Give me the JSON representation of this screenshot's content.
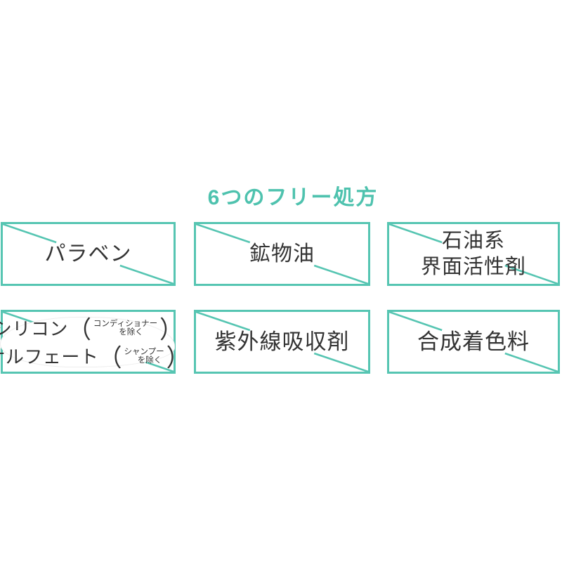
{
  "title": "6つのフリー処方",
  "colors": {
    "accent_teal": "#56c5b2",
    "title_teal": "#4ec2ae",
    "text_dark": "#333333",
    "background": "#ffffff"
  },
  "boxes": [
    {
      "name": "paraben",
      "lines": [
        "パラベン"
      ]
    },
    {
      "name": "mineral-oil",
      "lines": [
        "鉱物油"
      ]
    },
    {
      "name": "petroleum-surfactant",
      "lines": [
        "石油系",
        "界面活性剤"
      ]
    },
    {
      "name": "silicone-sulfate",
      "rows": [
        {
          "main": "シリコン",
          "paren_open": "（",
          "note_top": "コンディショナー",
          "note_bottom": "を除く",
          "paren_close": "）"
        },
        {
          "main": "サルフェート",
          "paren_open": "（",
          "note_top": "シャンプー",
          "note_bottom": "を除く",
          "paren_close": "）"
        }
      ]
    },
    {
      "name": "uv-absorber",
      "lines": [
        "紫外線吸収剤"
      ]
    },
    {
      "name": "synthetic-colorant",
      "lines": [
        "合成着色料"
      ]
    }
  ]
}
